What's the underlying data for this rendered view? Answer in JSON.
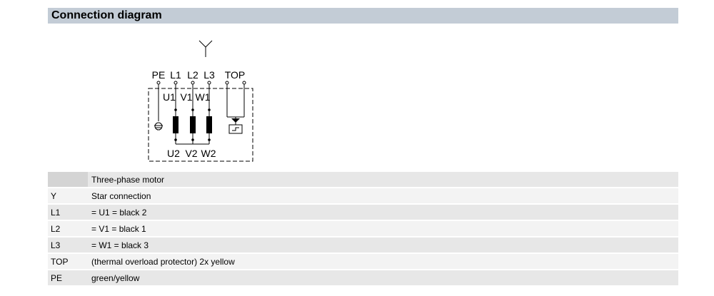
{
  "section": {
    "title": "Connection diagram"
  },
  "diagram": {
    "star_symbol": "Y",
    "terminals_top": [
      "PE",
      "L1",
      "L2",
      "L3",
      "TOP"
    ],
    "winding_top": [
      "U1",
      "V1",
      "W1"
    ],
    "winding_bottom": [
      "U2",
      "V2",
      "W2"
    ]
  },
  "legend": {
    "rows": [
      {
        "key": "",
        "value": "Three-phase motor"
      },
      {
        "key": "Y",
        "value": "Star connection"
      },
      {
        "key": "L1",
        "value": "= U1 = black 2"
      },
      {
        "key": "L2",
        "value": "= V1 = black 1"
      },
      {
        "key": "L3",
        "value": "= W1 = black 3"
      },
      {
        "key": "TOP",
        "value": "(thermal overload protector) 2x yellow"
      },
      {
        "key": "PE",
        "value": "green/yellow"
      }
    ]
  }
}
